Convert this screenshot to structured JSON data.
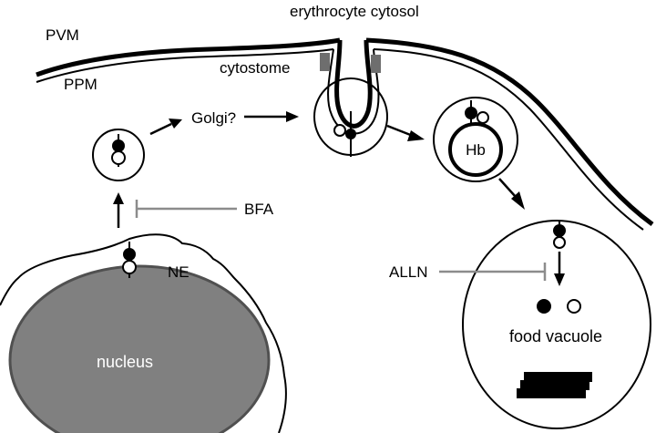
{
  "labels": {
    "cytosol": "erythrocyte cytosol",
    "pvm": "PVM",
    "ppm": "PPM",
    "cytostome": "cytostome",
    "golgi": "Golgi?",
    "bfa": "BFA",
    "ne": "NE",
    "nucleus": "nucleus",
    "hb": "Hb",
    "alln": "ALLN",
    "food_vacuole": "food vacuole"
  },
  "colors": {
    "nucleus_fill": "#808080",
    "cytostome_collar": "#6e6e6e",
    "inhibitor_line": "#8c8c8c",
    "ink": "#000000"
  }
}
